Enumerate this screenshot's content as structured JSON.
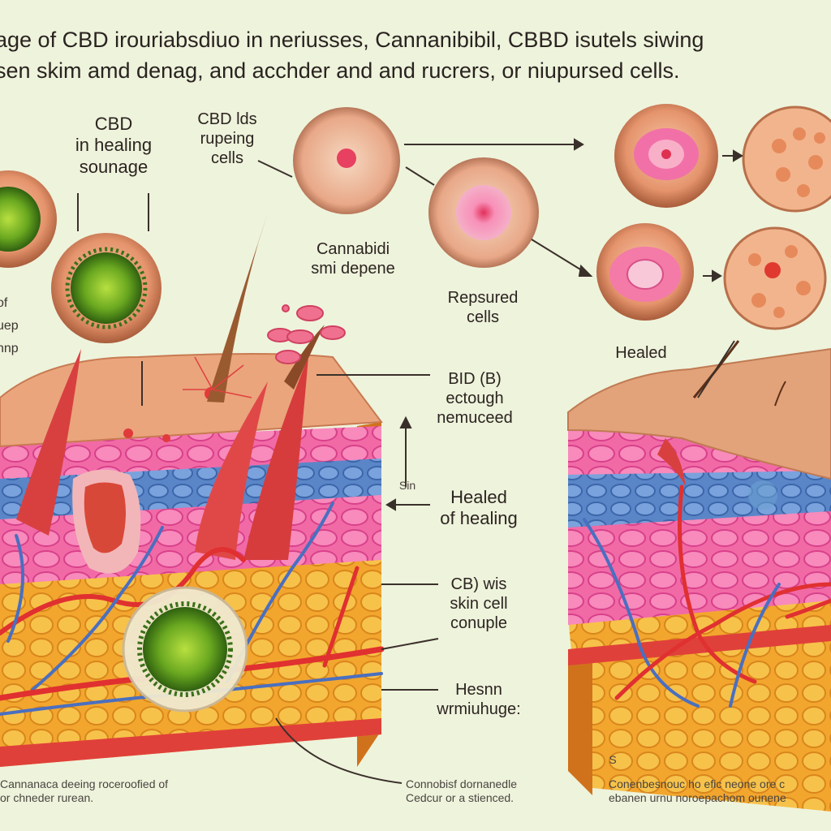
{
  "header": {
    "line1": "age of CBD  irouriabsdiuo  in neriusses, Cannanibibil, CBBD isutels siwing",
    "line2": "sen skim amd denag, and acchder and and rucrers, or niupursed cells."
  },
  "labels": {
    "cbd_healing": [
      "CBD",
      "in healing",
      "sounage"
    ],
    "cbd_ids": [
      "CBD lds",
      "rupeing",
      "cells"
    ],
    "cannabidi": [
      "Cannabidi",
      "smi depene"
    ],
    "repsured": [
      "Repsured",
      "cells"
    ],
    "healed_top": "Healed",
    "left_edge": [
      "of",
      "uep",
      "nnp"
    ],
    "bid": [
      "BID (B)",
      "ectough",
      "nemuceed"
    ],
    "sin": "Sin",
    "healed_of_healing": [
      "Healed",
      "of healing"
    ],
    "cb_wis": [
      "CB) wis",
      "skin cell",
      "conuple"
    ],
    "hesnn": [
      "Hesnn",
      "wrmiuhuge:"
    ],
    "s_mark": "S"
  },
  "footnotes": {
    "left": [
      "Cannanaca deeing roceroofied of",
      "or chneder rurean."
    ],
    "center": [
      "Connobisf dornanedle",
      "Cedcur or a stienced."
    ],
    "right": [
      "Conenbesnouc ho efic neone ore c",
      "ebanen urnu noroepachom ounene"
    ]
  },
  "colors": {
    "background": "#eef3dc",
    "epidermis": "#e8a47a",
    "pink_layer": "#f06aa8",
    "blue_layer": "#5a86c8",
    "fat_layer": "#f0a830",
    "vessel_red": "#e03030",
    "vessel_blue": "#4a6fc0",
    "bacteria_green": "#6ab020"
  }
}
